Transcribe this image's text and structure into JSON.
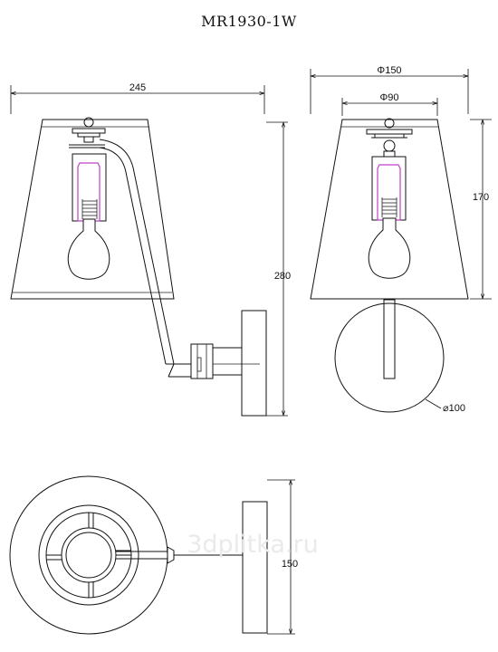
{
  "title": "MR1930-1W",
  "dimensions": {
    "width_side": "245",
    "height_side": "280",
    "shade_top_dia": "Φ90",
    "shade_bottom_dia": "Φ150",
    "shade_height": "170",
    "base_dia": "⌀100",
    "depth_bottom": "150"
  },
  "watermark": "3dplitka.ru",
  "colors": {
    "line": "#111111",
    "socket_highlight": "#c040c8"
  }
}
